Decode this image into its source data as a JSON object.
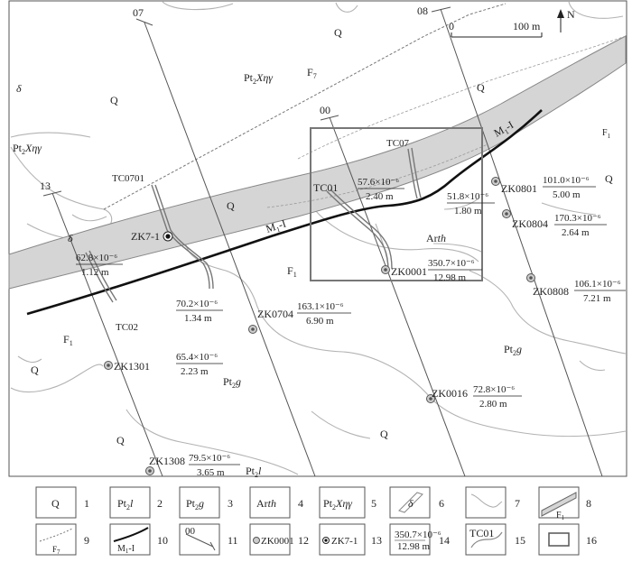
{
  "map": {
    "north": "N",
    "scale": {
      "zero": "0",
      "dist": "100 m"
    },
    "sections": [
      "07",
      "08",
      "00",
      "13"
    ],
    "units": {
      "Q": "Q",
      "Pt2Xngg": {
        "a": "Pt",
        "sub": "2",
        "b": "Xηγ"
      },
      "Pt2g": {
        "a": "Pt",
        "sub": "2",
        "b": "g"
      },
      "Pt2l": {
        "a": "Pt",
        "sub": "2",
        "b": "l"
      },
      "Arth": {
        "a": "Ar",
        "b": "th"
      },
      "delta": "δ"
    },
    "faults": {
      "F7": {
        "a": "F",
        "sub": "7"
      },
      "F1": {
        "a": "F",
        "sub": "1"
      }
    },
    "orebody": {
      "a": "M",
      "sub": "1",
      "b": "-I"
    },
    "trenches": [
      "TC07",
      "TC01",
      "TC0701",
      "TC02"
    ],
    "boreholes": [
      {
        "id": "ZK0801",
        "grade": "101.0×10⁻⁶",
        "thick": "5.00 m"
      },
      {
        "id": "ZK0804",
        "grade": "170.3×10⁻⁶",
        "thick": "2.64 m"
      },
      {
        "id": "ZK0808",
        "grade": "106.1×10⁻⁶",
        "thick": "7.21 m"
      },
      {
        "id": "ZK0001",
        "grade": "350.7×10⁻⁶",
        "thick": "12.98 m"
      },
      {
        "id": "ZK0704",
        "grade": "163.1×10⁻⁶",
        "thick": "6.90 m"
      },
      {
        "id": "ZK1301",
        "grade": "65.4×10⁻⁶",
        "thick": "2.23 m"
      },
      {
        "id": "ZK0016",
        "grade": "72.8×10⁻⁶",
        "thick": "2.80 m"
      },
      {
        "id": "ZK1308",
        "grade": "79.5×10⁻⁶",
        "thick": "3.65 m"
      }
    ],
    "zk7": {
      "id": "ZK7-1"
    },
    "samples": [
      {
        "grade": "57.6×10⁻⁶",
        "thick": "2.40 m"
      },
      {
        "grade": "51.8×10⁻⁶",
        "thick": "1.80 m"
      },
      {
        "grade": "62.8×10⁻⁶",
        "thick": "1.12 m"
      },
      {
        "grade": "70.2×10⁻⁶",
        "thick": "1.34 m"
      }
    ]
  },
  "legend": {
    "n1": "1",
    "n2": "2",
    "n3": "3",
    "n4": "4",
    "n5": "5",
    "n6": "6",
    "n7": "7",
    "n8": "8",
    "n9": "9",
    "n10": "10",
    "n11": "11",
    "n12": "12",
    "n13": "13",
    "n14": "14",
    "n15": "15",
    "n16": "16",
    "sample_grade": "350.7×10⁻⁶",
    "sample_thick": "12.98 m",
    "section_no": "00",
    "borehole": "ZK0001",
    "borehole2": "ZK7-1",
    "trench": "TC01"
  }
}
